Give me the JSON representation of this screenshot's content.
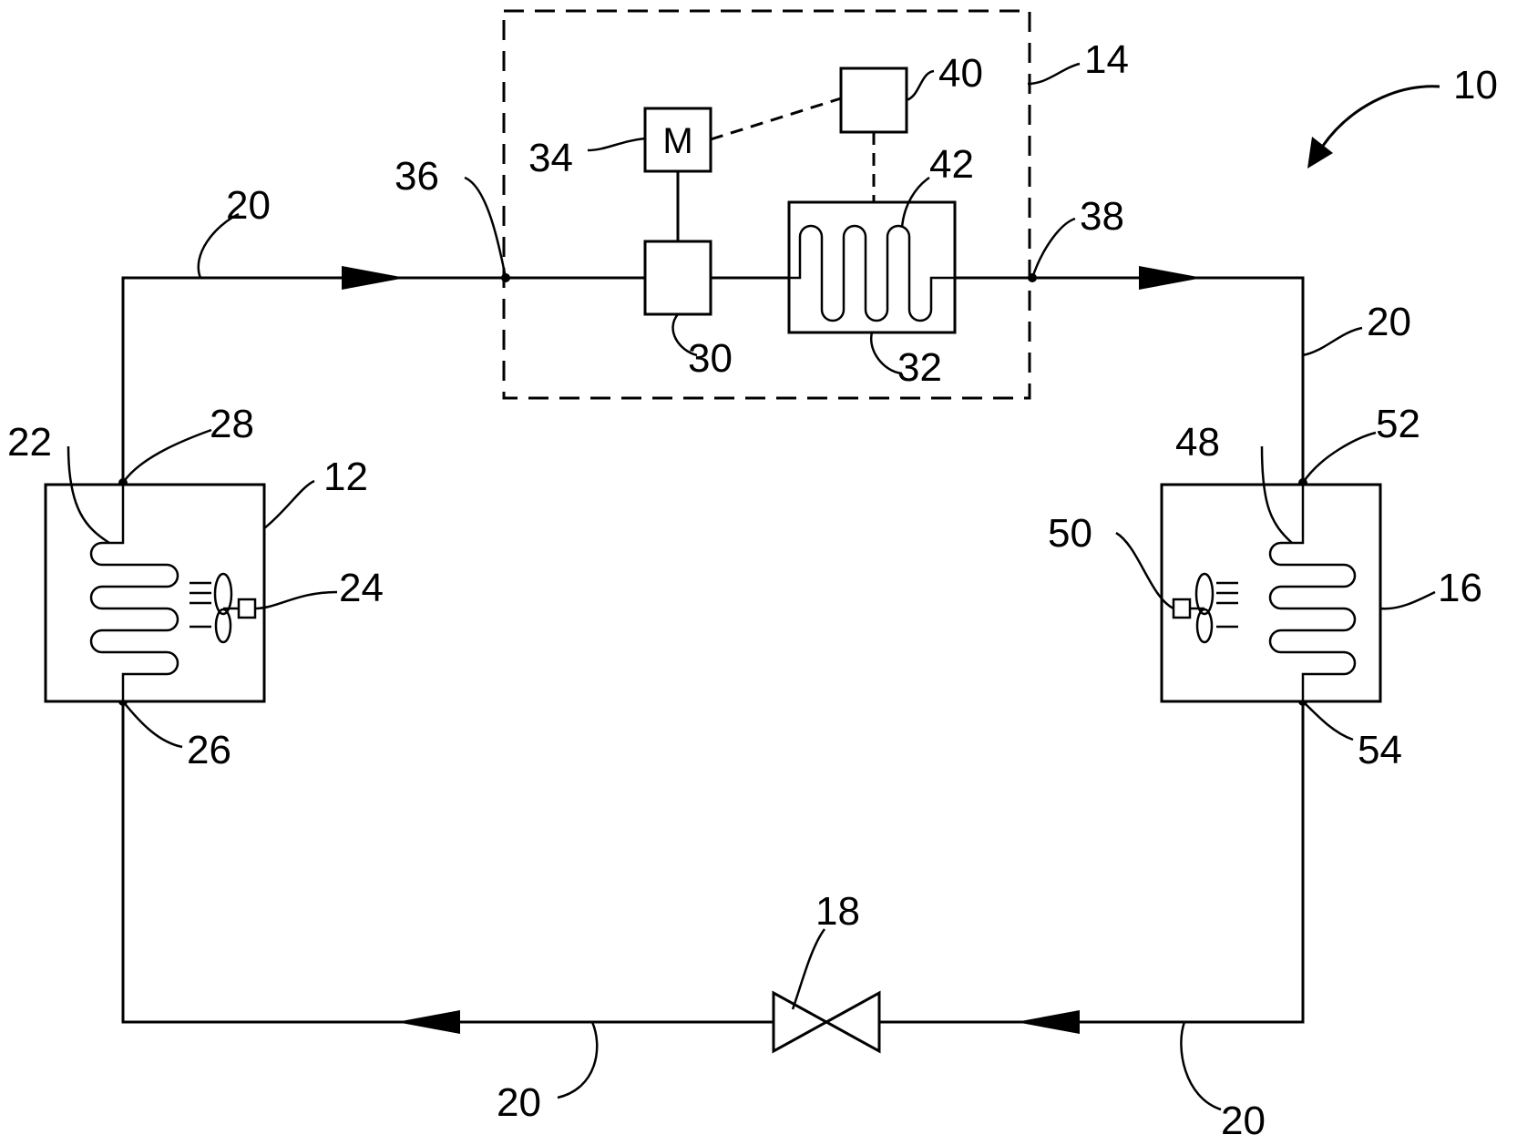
{
  "diagram": {
    "motor_symbol": "M",
    "reference_numerals": {
      "system": "10",
      "heat_exchanger_left": "12",
      "compressor_unit": "14",
      "heat_exchanger_right": "16",
      "expansion_valve": "18",
      "conduit_top_left": "20",
      "conduit_right": "20",
      "conduit_bottom_left": "20",
      "conduit_bottom_right": "20",
      "coil_left": "22",
      "fan_left": "24",
      "port_left_bottom": "26",
      "port_left_top": "28",
      "compressor": "30",
      "heater": "32",
      "motor": "34",
      "inlet": "36",
      "outlet": "38",
      "controller": "40",
      "heater_element": "42",
      "coil_right": "48",
      "fan_right": "50",
      "port_right_top": "52",
      "port_right_bottom": "54"
    }
  }
}
